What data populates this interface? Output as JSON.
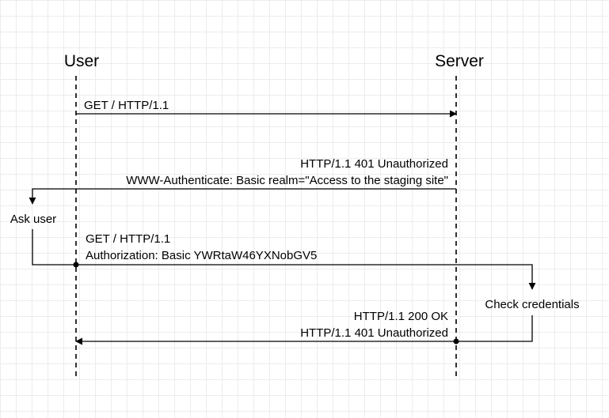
{
  "actors": {
    "user": "User",
    "server": "Server"
  },
  "messages": {
    "request1": "GET / HTTP/1.1",
    "response1_status": "HTTP/1.1 401 Unauthorized",
    "response1_header": "WWW-Authenticate: Basic realm=\"Access to the staging site\"",
    "ask_user": "Ask user",
    "request2_line": "GET / HTTP/1.1",
    "request2_header": "Authorization: Basic YWRtaW46YXNobGV5",
    "check_credentials": "Check credentials",
    "response2_ok": "HTTP/1.1 200 OK",
    "response2_unauth": "HTTP/1.1 401 Unauthorized"
  },
  "colors": {
    "background": "#ffffff",
    "grid": "#ececec",
    "stroke": "#000000"
  }
}
